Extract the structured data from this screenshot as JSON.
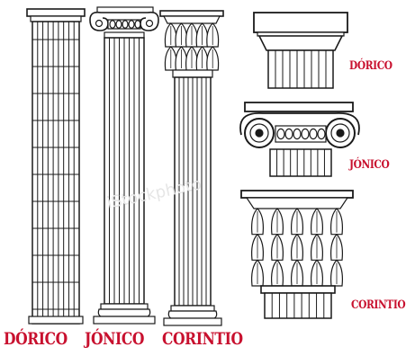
{
  "labels": {
    "doric": "DÓRICO",
    "ionic": "JÓNICO",
    "corinthian": "CORINTIO"
  },
  "details": {
    "doric": "DÓRICO",
    "ionic": "JÓNICO",
    "corinthian": "CORINTIO"
  },
  "watermark": "iStockphoto",
  "colors": {
    "label": "#c8102e",
    "line": "#1a1a1a"
  }
}
